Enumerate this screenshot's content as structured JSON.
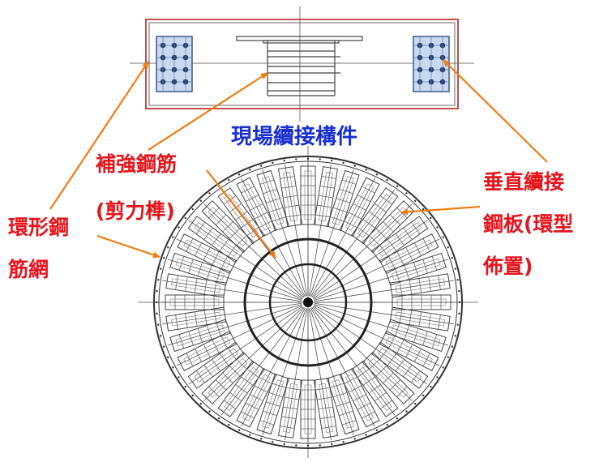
{
  "title": "現場續接構件",
  "labels": {
    "rebar_line1": "補強鋼筋",
    "rebar_line2": "(剪力榫)",
    "ring_line1": "環形鋼",
    "ring_line2": "筋網",
    "plate_line1": "垂直續接",
    "plate_line2": "鋼板(環型",
    "plate_line3": "佈置)"
  },
  "colors": {
    "label_text": "#e8141c",
    "title_text": "#1a2fd0",
    "arrow": "#f07c12",
    "plate_fill": "#c9d9ef",
    "beam_outline": "#c0504d",
    "line": "#333333"
  },
  "counts": {
    "radial_segments": 40
  }
}
